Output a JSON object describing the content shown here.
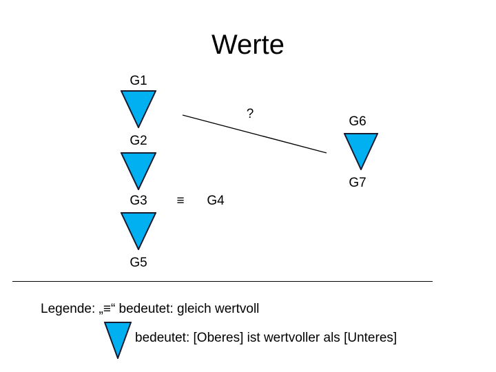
{
  "slide": {
    "title": "Werte",
    "background_color": "#FFFFFF",
    "triangle_fill_color": "#00B0F0",
    "triangle_outline_color": "#1A1A2E",
    "line_color": "#000000"
  },
  "diagram": {
    "question_marker": "?",
    "equivalence_symbol": "≡",
    "nodes": [
      {
        "id": "g1",
        "label": "G1"
      },
      {
        "id": "g2",
        "label": "G2"
      },
      {
        "id": "g3",
        "label": "G3"
      },
      {
        "id": "g4",
        "label": "G4"
      },
      {
        "id": "g5",
        "label": "G5"
      },
      {
        "id": "g6",
        "label": "G6"
      },
      {
        "id": "g7",
        "label": "G7"
      }
    ]
  },
  "legend": {
    "line1": "Legende: „≡“ bedeutet: gleich wertvoll",
    "line2": "bedeutet: [Oberes] ist wertvoller als [Unteres]"
  }
}
